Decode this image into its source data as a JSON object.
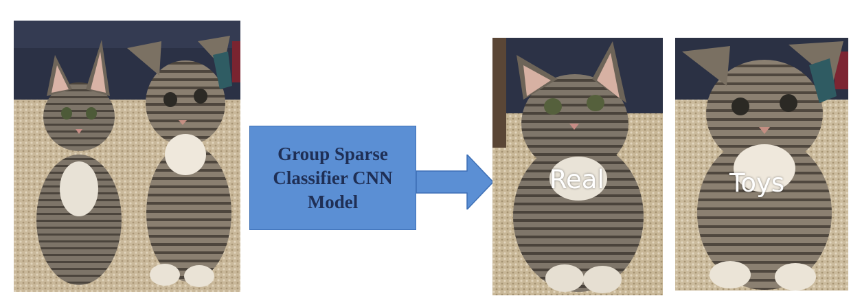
{
  "model_box": {
    "label": "Group Sparse\nClassifier CNN\nModel"
  },
  "outputs": {
    "real_label": "Real",
    "toy_label": "Toys"
  },
  "colors": {
    "box_fill": "#5b8fd4",
    "box_text": "#1f2f55",
    "arrow_fill": "#5b8fd4",
    "label_text": "#ffffff"
  }
}
